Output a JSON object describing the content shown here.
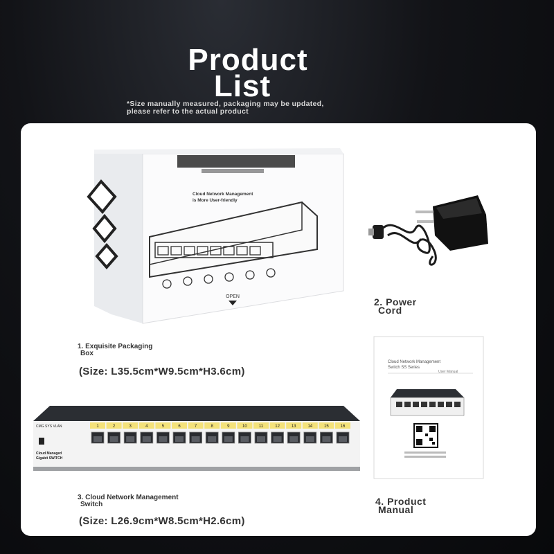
{
  "header": {
    "title_line1": "Product",
    "title_line2": "List",
    "note_line1": "*Size manually measured, packaging may be updated,",
    "note_line2": "please refer to the actual product"
  },
  "items": [
    {
      "label_line1": "1. Exquisite Packaging",
      "label_line2": "Box",
      "size": "(Size: L35.5cm*W9.5cm*H3.6cm)"
    },
    {
      "label_line1": "2. Power",
      "label_line2": "Cord"
    },
    {
      "label_line1": "3. Cloud Network Management",
      "label_line2": "Switch",
      "size": "(Size: L26.9cm*W8.5cm*H2.6cm)"
    },
    {
      "label_line1": "4. Product",
      "label_line2": "Manual"
    }
  ],
  "box_print": {
    "line1": "Cloud Network Management",
    "line2": "is More User-friendly",
    "open": "OPEN"
  },
  "switch_panel": {
    "leds": "CMG  SYS  VLAN",
    "brand_line1": "Cloud Managed",
    "brand_line2": "Gigabit SWITCH",
    "ports": [
      "1",
      "2",
      "3",
      "4",
      "5",
      "6",
      "7",
      "8",
      "9",
      "10",
      "11",
      "12",
      "13",
      "14",
      "15",
      "16"
    ]
  },
  "manual_cover": {
    "line1": "Cloud Network Management",
    "line2": "Switch SS Series",
    "line3": "User Manual"
  }
}
